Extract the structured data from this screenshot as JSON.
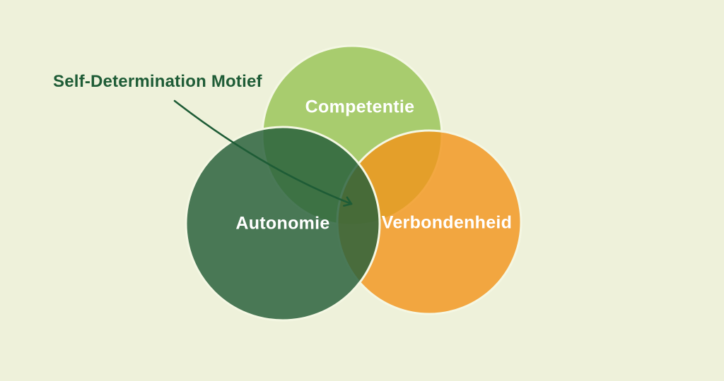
{
  "title": {
    "text": "Self-Determination Motief"
  },
  "venn": {
    "type": "venn-diagram",
    "circles": [
      {
        "id": "competentie",
        "label": "Competentie",
        "position": "top"
      },
      {
        "id": "autonomie",
        "label": "Autonomie",
        "position": "bottom-left"
      },
      {
        "id": "verbondenheid",
        "label": "Verbondenheid",
        "position": "bottom-right"
      }
    ],
    "annotation": {
      "label": "Self-Determination Motief",
      "points_to": "center-intersection-of-all-three-circles"
    }
  },
  "colors": {
    "background": "#eef1da",
    "circle_stroke": "#f4f7e3",
    "competentie_fill": "#a8cc6e",
    "autonomie_fill": "#28603c",
    "autonomie_opacity": "0.84",
    "verbondenheid_fill": "#f39419",
    "verbondenheid_opacity": "0.8",
    "arrow": "#1e5c36",
    "title_text": "#1e5c36",
    "label_text": "#ffffff"
  }
}
